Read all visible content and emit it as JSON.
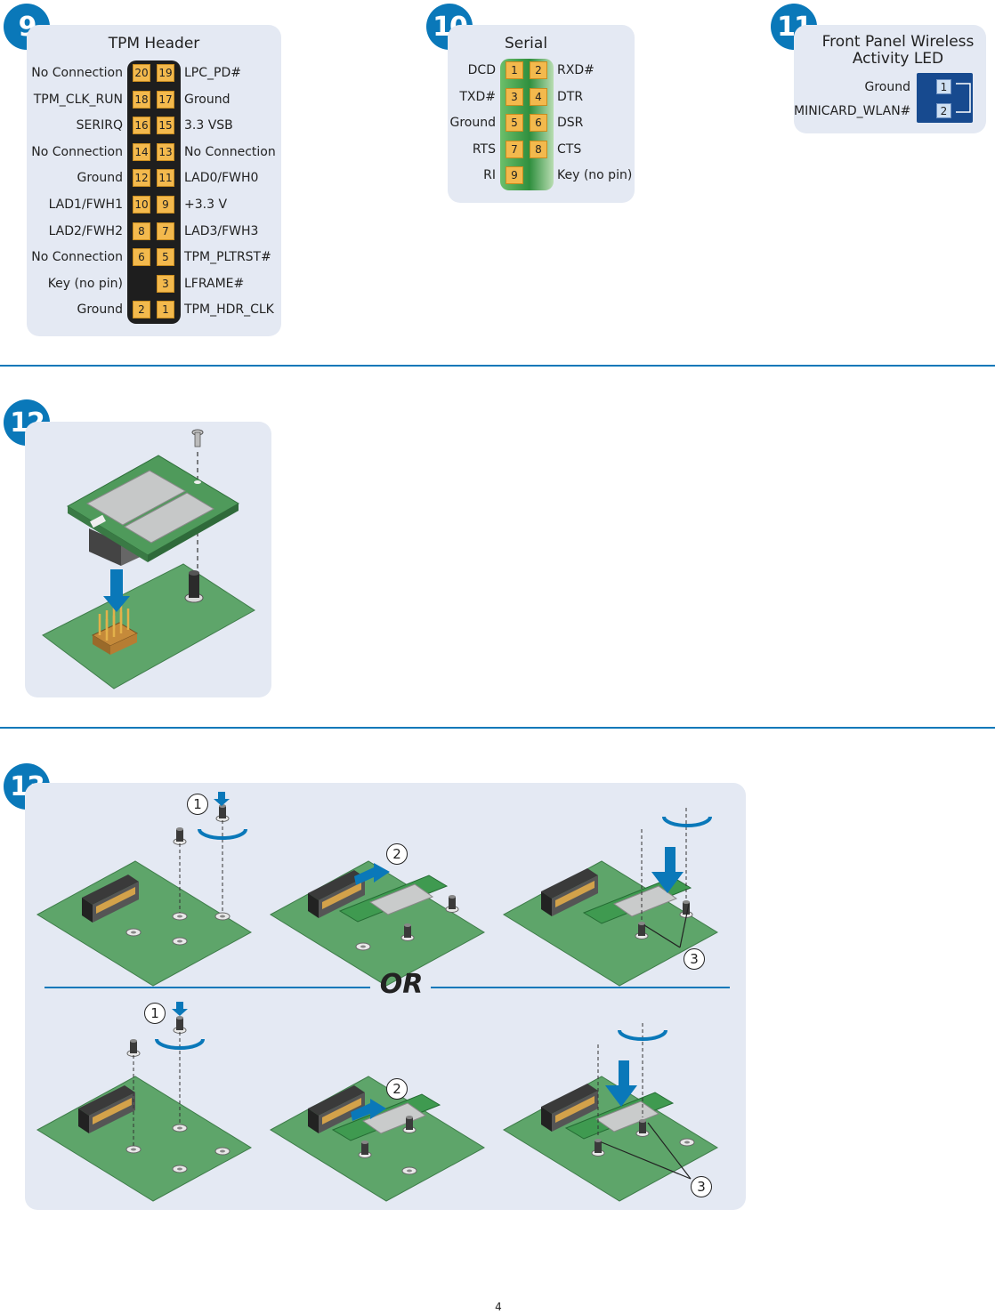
{
  "steps": {
    "s9": "9",
    "s10": "10",
    "s11": "11",
    "s12": "12",
    "s13": "13"
  },
  "tpm": {
    "title": "TPM Header",
    "rows": [
      {
        "left": "No Connection",
        "p_left": "20",
        "p_right": "19",
        "right": "LPC_PD#"
      },
      {
        "left": "TPM_CLK_RUN",
        "p_left": "18",
        "p_right": "17",
        "right": "Ground"
      },
      {
        "left": "SERIRQ",
        "p_left": "16",
        "p_right": "15",
        "right": "3.3 VSB"
      },
      {
        "left": "No Connection",
        "p_left": "14",
        "p_right": "13",
        "right": "No Connection"
      },
      {
        "left": "Ground",
        "p_left": "12",
        "p_right": "11",
        "right": "LAD0/FWH0"
      },
      {
        "left": "LAD1/FWH1",
        "p_left": "10",
        "p_right": "9",
        "right": "+3.3 V"
      },
      {
        "left": "LAD2/FWH2",
        "p_left": "8",
        "p_right": "7",
        "right": "LAD3/FWH3"
      },
      {
        "left": "No Connection",
        "p_left": "6",
        "p_right": "5",
        "right": "TPM_PLTRST#"
      },
      {
        "left": "Key (no pin)",
        "p_left": "",
        "p_right": "3",
        "right": "LFRAME#"
      },
      {
        "left": "Ground",
        "p_left": "2",
        "p_right": "1",
        "right": "TPM_HDR_CLK"
      }
    ]
  },
  "serial": {
    "title": "Serial",
    "rows": [
      {
        "left": "DCD",
        "p_left": "1",
        "p_right": "2",
        "right": "RXD#"
      },
      {
        "left": "TXD#",
        "p_left": "3",
        "p_right": "4",
        "right": "DTR"
      },
      {
        "left": "Ground",
        "p_left": "5",
        "p_right": "6",
        "right": "DSR"
      },
      {
        "left": "RTS",
        "p_left": "7",
        "p_right": "8",
        "right": "CTS"
      },
      {
        "left": "RI",
        "p_left": "9",
        "p_right": "",
        "right": "Key (no pin)"
      }
    ]
  },
  "led": {
    "title_line1": "Front Panel Wireless",
    "title_line2": "Activity LED",
    "rows": [
      {
        "label": "Ground",
        "pin": "1"
      },
      {
        "label": "MINICARD_WLAN#",
        "pin": "2"
      }
    ]
  },
  "install": {
    "callout1": "1",
    "callout2": "2",
    "callout3": "3",
    "or_label": "OR"
  },
  "page_number": "4",
  "colors": {
    "accent": "#0a78b9",
    "panel": "#e4e9f3",
    "board": "#5ea56a",
    "pin_gold": "#f3b94d"
  }
}
